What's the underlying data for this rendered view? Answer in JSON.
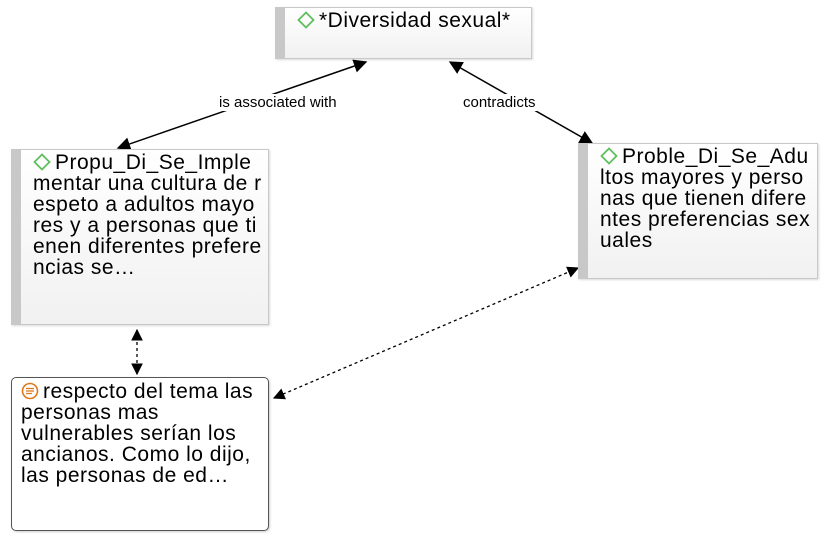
{
  "nodes": {
    "diversidad": {
      "label": "*Diversidad sexual*",
      "icon": "diamond-code-icon"
    },
    "propuesta": {
      "label": "Propu_Di_Se_Implementar una cultura de respeto a adultos mayores y a personas que tienen diferentes preferencias se…",
      "icon": "diamond-code-icon"
    },
    "problema": {
      "label": "Proble_Di_Se_Adultos mayores y personas que tienen diferentes preferencias sexuales",
      "icon": "diamond-code-icon"
    },
    "quote": {
      "label": "respecto del tema las personas mas vulnerables serían los ancianos. Como lo dijo, las personas de ed…",
      "icon": "quotation-icon"
    }
  },
  "links": {
    "associated": "is associated with",
    "contradicts": "contradicts"
  },
  "colors": {
    "code_icon": "#5fbf5f",
    "quote_icon": "#e07a1f",
    "node_bar": "#c8c8c8",
    "edge": "#000000"
  }
}
